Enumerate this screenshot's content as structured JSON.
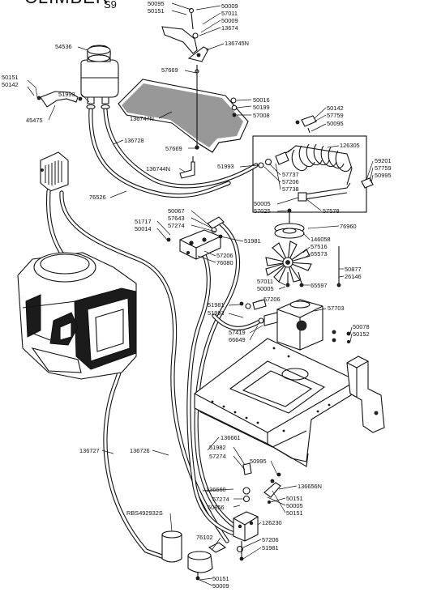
{
  "header": {
    "title": "CLIMBER",
    "subtitle": "S9"
  },
  "callouts": [
    {
      "id": "c01",
      "text": "50095"
    },
    {
      "id": "c02",
      "text": "50151"
    },
    {
      "id": "c03",
      "text": "50009"
    },
    {
      "id": "c04",
      "text": "57011"
    },
    {
      "id": "c05",
      "text": "50009"
    },
    {
      "id": "c06",
      "text": "13674"
    },
    {
      "id": "c07",
      "text": "54536"
    },
    {
      "id": "c08",
      "text": "136745N"
    },
    {
      "id": "c09",
      "text": "50151"
    },
    {
      "id": "c10",
      "text": "50142"
    },
    {
      "id": "c11",
      "text": "57669"
    },
    {
      "id": "c12",
      "text": "51993"
    },
    {
      "id": "c13",
      "text": "50016"
    },
    {
      "id": "c14",
      "text": "50199"
    },
    {
      "id": "c15",
      "text": "57008"
    },
    {
      "id": "c16",
      "text": "50142"
    },
    {
      "id": "c17",
      "text": "57759"
    },
    {
      "id": "c18",
      "text": "50095"
    },
    {
      "id": "c19",
      "text": "45475"
    },
    {
      "id": "c20",
      "text": "136747N"
    },
    {
      "id": "c21",
      "text": "136728"
    },
    {
      "id": "c22",
      "text": "126305"
    },
    {
      "id": "c23",
      "text": "57669"
    },
    {
      "id": "c24",
      "text": "136744N"
    },
    {
      "id": "c25",
      "text": "51993"
    },
    {
      "id": "c26",
      "text": "57737"
    },
    {
      "id": "c27",
      "text": "57206"
    },
    {
      "id": "c28",
      "text": "57738"
    },
    {
      "id": "c29",
      "text": "59201"
    },
    {
      "id": "c30",
      "text": "57759"
    },
    {
      "id": "c31",
      "text": "50995"
    },
    {
      "id": "c32",
      "text": "76526"
    },
    {
      "id": "c33",
      "text": "50005"
    },
    {
      "id": "c34",
      "text": "57025"
    },
    {
      "id": "c35",
      "text": "57578"
    },
    {
      "id": "c36",
      "text": "50067"
    },
    {
      "id": "c37",
      "text": "57643"
    },
    {
      "id": "c38",
      "text": "51717"
    },
    {
      "id": "c39",
      "text": "57274"
    },
    {
      "id": "c40",
      "text": "50014"
    },
    {
      "id": "c41",
      "text": "76960"
    },
    {
      "id": "c42",
      "text": "51981"
    },
    {
      "id": "c43",
      "text": "146058"
    },
    {
      "id": "c44",
      "text": "57516"
    },
    {
      "id": "c45",
      "text": "65573"
    },
    {
      "id": "c46",
      "text": "57206"
    },
    {
      "id": "c47",
      "text": "76080"
    },
    {
      "id": "c48",
      "text": "50877"
    },
    {
      "id": "c49",
      "text": "26146"
    },
    {
      "id": "c50",
      "text": "57011"
    },
    {
      "id": "c51",
      "text": "50005"
    },
    {
      "id": "c52",
      "text": "65597"
    },
    {
      "id": "c53",
      "text": "57206"
    },
    {
      "id": "c54",
      "text": "51981"
    },
    {
      "id": "c55",
      "text": "51993"
    },
    {
      "id": "c56",
      "text": "57703"
    },
    {
      "id": "c57",
      "text": "57419"
    },
    {
      "id": "c58",
      "text": "66649"
    },
    {
      "id": "c59",
      "text": "50078"
    },
    {
      "id": "c60",
      "text": "50152"
    },
    {
      "id": "c61",
      "text": "136661"
    },
    {
      "id": "c62",
      "text": "51982"
    },
    {
      "id": "c63",
      "text": "57274"
    },
    {
      "id": "c64",
      "text": "136727"
    },
    {
      "id": "c65",
      "text": "136726"
    },
    {
      "id": "c66",
      "text": "50995"
    },
    {
      "id": "c67",
      "text": "136656N"
    },
    {
      "id": "c68",
      "text": "136660"
    },
    {
      "id": "c69",
      "text": "57274"
    },
    {
      "id": "c70",
      "text": "50856"
    },
    {
      "id": "c71",
      "text": "50151"
    },
    {
      "id": "c72",
      "text": "50005"
    },
    {
      "id": "c73",
      "text": "50151"
    },
    {
      "id": "c74",
      "text": "RBS492932S"
    },
    {
      "id": "c75",
      "text": "126230"
    },
    {
      "id": "c76",
      "text": "76102"
    },
    {
      "id": "c77",
      "text": "57206"
    },
    {
      "id": "c78",
      "text": "51981"
    },
    {
      "id": "c79",
      "text": "50151"
    },
    {
      "id": "c80",
      "text": "50009"
    }
  ]
}
